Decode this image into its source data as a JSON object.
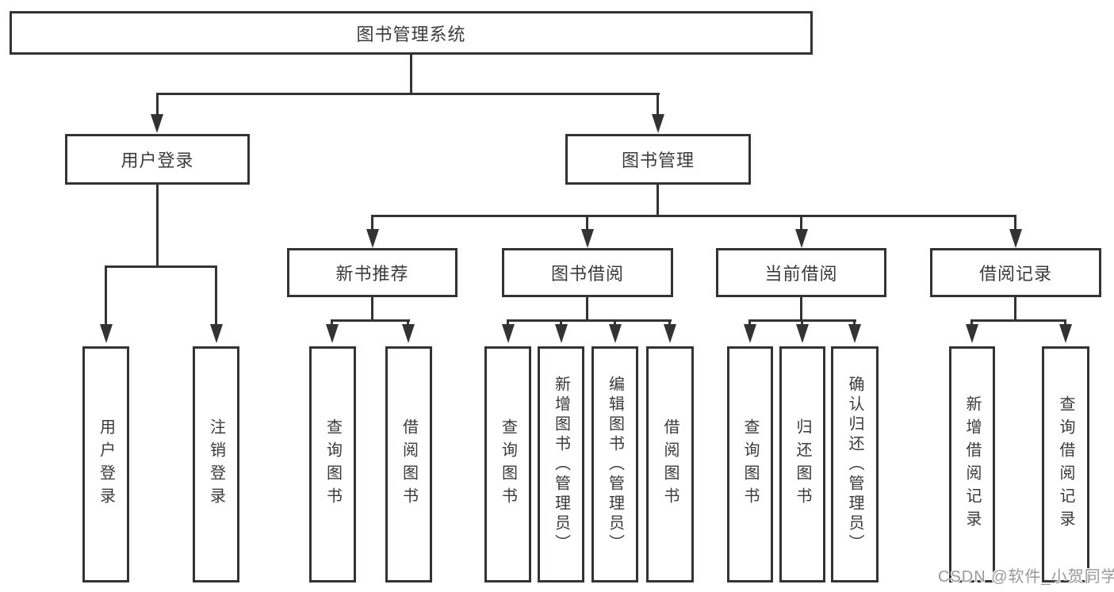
{
  "palette": {
    "line": "#333333",
    "text": "#3a3a3a",
    "box_background": "#ffffff",
    "page_background": "#ffffff",
    "watermark": "#999999"
  },
  "nodes": {
    "root": {
      "label": "图书管理系统"
    },
    "login": {
      "label": "用户登录"
    },
    "mgmt": {
      "label": "图书管理"
    },
    "recommend": {
      "label": "新书推荐"
    },
    "borrow": {
      "label": "图书借阅"
    },
    "current": {
      "label": "当前借阅"
    },
    "records": {
      "label": "借阅记录"
    },
    "login_user": {
      "label": "用户登录"
    },
    "login_logout": {
      "label": "注销登录"
    },
    "rec_query": {
      "label": "查询图书"
    },
    "rec_borrow": {
      "label": "借阅图书"
    },
    "bor_query": {
      "label": "查询图书"
    },
    "bor_add": {
      "label": "新增图书（管理员）"
    },
    "bor_edit": {
      "label": "编辑图书（管理员）"
    },
    "bor_lend": {
      "label": "借阅图书"
    },
    "cur_query": {
      "label": "查询图书"
    },
    "cur_return": {
      "label": "归还图书"
    },
    "cur_confirm": {
      "label": "确认归还（管理员）"
    },
    "log_add": {
      "label": "新增借阅记录"
    },
    "log_query": {
      "label": "查询借阅记录"
    }
  },
  "tree": {
    "root": [
      "login",
      "mgmt"
    ],
    "login": [
      "login_user",
      "login_logout"
    ],
    "mgmt": [
      "recommend",
      "borrow",
      "current",
      "records"
    ],
    "recommend": [
      "rec_query",
      "rec_borrow"
    ],
    "borrow": [
      "bor_query",
      "bor_add",
      "bor_edit",
      "bor_lend"
    ],
    "current": [
      "cur_query",
      "cur_return",
      "cur_confirm"
    ],
    "records": [
      "log_add",
      "log_query"
    ]
  },
  "watermark": {
    "text": "CSDN @软件_小贺同学"
  }
}
